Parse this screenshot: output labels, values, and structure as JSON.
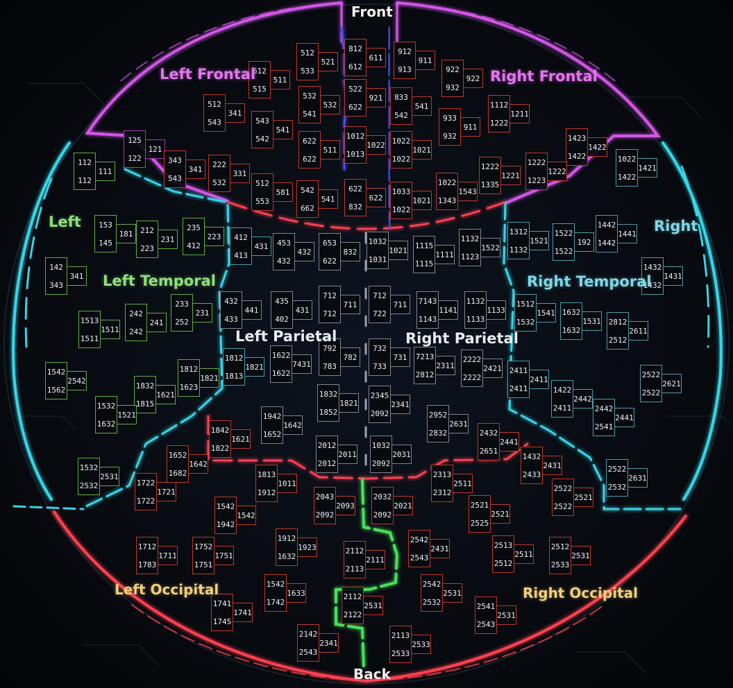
{
  "directions": {
    "front": "Front",
    "back": "Back"
  },
  "regions": {
    "left_frontal": "Left Frontal",
    "right_frontal": "Right Frontal",
    "left": "Left",
    "right": "Right",
    "left_temporal": "Left Temporal",
    "right_temporal": "Right Temporal",
    "left_parietal": "Left Parietal",
    "right_parietal": "Right Parietal",
    "left_occipital": "Left Occipital",
    "right_occipital": "Right Occipital"
  },
  "colors": {
    "frontal": "#d454e8",
    "temporal": "#35d6e8",
    "occipital": "#ff4050",
    "midline_blue": "#4f4cf0",
    "midline_green": "#46e05a",
    "background": "#050608"
  },
  "units": [
    {
      "top": "812",
      "bottom": "612",
      "side": "611"
    },
    {
      "top": "912",
      "bottom": "913",
      "side": "911"
    },
    {
      "top": "512",
      "bottom": "533",
      "side": "521"
    },
    {
      "top": "512",
      "bottom": "515",
      "side": "511"
    },
    {
      "top": "922",
      "bottom": "932",
      "side": "922"
    },
    {
      "top": "522",
      "bottom": "622",
      "side": "921"
    },
    {
      "top": "833",
      "bottom": "542",
      "side": "541"
    },
    {
      "top": "532",
      "bottom": "541",
      "side": "532"
    },
    {
      "top": "512",
      "bottom": "543",
      "side": "341"
    },
    {
      "top": "543",
      "bottom": "542",
      "side": "541"
    },
    {
      "top": "1112",
      "bottom": "1222",
      "side": "1211"
    },
    {
      "top": "933",
      "bottom": "932",
      "side": "911"
    },
    {
      "top": "125",
      "bottom": "122",
      "side": "121"
    },
    {
      "top": "622",
      "bottom": "622",
      "side": "511"
    },
    {
      "top": "1012",
      "bottom": "1013",
      "side": "1022"
    },
    {
      "top": "1022",
      "bottom": "1022",
      "side": "1021"
    },
    {
      "top": "1423",
      "bottom": "1422",
      "side": "1422"
    },
    {
      "top": "112",
      "bottom": "112",
      "side": "111"
    },
    {
      "top": "343",
      "bottom": "543",
      "side": "341"
    },
    {
      "top": "222",
      "bottom": "532",
      "side": "331"
    },
    {
      "top": "1222",
      "bottom": "1335",
      "side": "1221"
    },
    {
      "top": "1222",
      "bottom": "1223",
      "side": "1222"
    },
    {
      "top": "1022",
      "bottom": "1422",
      "side": "1421"
    },
    {
      "top": "512",
      "bottom": "553",
      "side": "581"
    },
    {
      "top": "542",
      "bottom": "662",
      "side": "541"
    },
    {
      "top": "622",
      "bottom": "832",
      "side": "622"
    },
    {
      "top": "1033",
      "bottom": "1022",
      "side": "1021"
    },
    {
      "top": "1022",
      "bottom": "1343",
      "side": "1543"
    },
    {
      "top": "153",
      "bottom": "145",
      "side": "181"
    },
    {
      "top": "212",
      "bottom": "223",
      "side": "231"
    },
    {
      "top": "235",
      "bottom": "412",
      "side": "223"
    },
    {
      "top": "412",
      "bottom": "413",
      "side": "431"
    },
    {
      "top": "453",
      "bottom": "432",
      "side": "432"
    },
    {
      "top": "653",
      "bottom": "622",
      "side": "832"
    },
    {
      "top": "1032",
      "bottom": "1031",
      "side": "1021"
    },
    {
      "top": "1115",
      "bottom": "1115",
      "side": "1111"
    },
    {
      "top": "1132",
      "bottom": "1123",
      "side": "1522"
    },
    {
      "top": "1312",
      "bottom": "1132",
      "side": "1521"
    },
    {
      "top": "1522",
      "bottom": "1522",
      "side": "192"
    },
    {
      "top": "1442",
      "bottom": "1442",
      "side": "1441"
    },
    {
      "top": "142",
      "bottom": "343",
      "side": "341"
    },
    {
      "top": "1432",
      "bottom": "1432",
      "side": "1431"
    },
    {
      "top": "432",
      "bottom": "433",
      "side": "441"
    },
    {
      "top": "435",
      "bottom": "402",
      "side": "431"
    },
    {
      "top": "712",
      "bottom": "712",
      "side": "711"
    },
    {
      "top": "712",
      "bottom": "722",
      "side": "711"
    },
    {
      "top": "7143",
      "bottom": "1143",
      "side": "1141"
    },
    {
      "top": "1132",
      "bottom": "1133",
      "side": "1133"
    },
    {
      "top": "1512",
      "bottom": "1532",
      "side": "1541"
    },
    {
      "top": "1632",
      "bottom": "1632",
      "side": "1531"
    },
    {
      "top": "2812",
      "bottom": "2512",
      "side": "2611"
    },
    {
      "top": "1513",
      "bottom": "1511",
      "side": "1511"
    },
    {
      "top": "242",
      "bottom": "242",
      "side": "241"
    },
    {
      "top": "233",
      "bottom": "252",
      "side": "231"
    },
    {
      "top": "1812",
      "bottom": "1813",
      "side": "1821"
    },
    {
      "top": "1622",
      "bottom": "1622",
      "side": "7431"
    },
    {
      "top": "792",
      "bottom": "783",
      "side": "782"
    },
    {
      "top": "732",
      "bottom": "733",
      "side": "731"
    },
    {
      "top": "7213",
      "bottom": "2812",
      "side": "2311"
    },
    {
      "top": "2222",
      "bottom": "2222",
      "side": "2421"
    },
    {
      "top": "2411",
      "bottom": "2411",
      "side": "2411"
    },
    {
      "top": "1422",
      "bottom": "2411",
      "side": "2442"
    },
    {
      "top": "2522",
      "bottom": "2522",
      "side": "2621"
    },
    {
      "top": "1542",
      "bottom": "1562",
      "side": "2542"
    },
    {
      "top": "1832",
      "bottom": "1815",
      "side": "1621"
    },
    {
      "top": "1812",
      "bottom": "1623",
      "side": "1821"
    },
    {
      "top": "1832",
      "bottom": "1852",
      "side": "1821"
    },
    {
      "top": "2345",
      "bottom": "2092",
      "side": "2341"
    },
    {
      "top": "2442",
      "bottom": "2541",
      "side": "2441"
    },
    {
      "top": "1532",
      "bottom": "1632",
      "side": "1521"
    },
    {
      "top": "1842",
      "bottom": "1822",
      "side": "1621"
    },
    {
      "top": "1942",
      "bottom": "1652",
      "side": "1642"
    },
    {
      "top": "2952",
      "bottom": "2832",
      "side": "2631"
    },
    {
      "top": "2432",
      "bottom": "2651",
      "side": "2441"
    },
    {
      "top": "1652",
      "bottom": "1682",
      "side": "1642"
    },
    {
      "top": "2012",
      "bottom": "2012",
      "side": "2011"
    },
    {
      "top": "1032",
      "bottom": "2092",
      "side": "2031"
    },
    {
      "top": "1432",
      "bottom": "2433",
      "side": "2431"
    },
    {
      "top": "1532",
      "bottom": "2532",
      "side": "2531"
    },
    {
      "top": "1813",
      "bottom": "1912",
      "side": "1011"
    },
    {
      "top": "2313",
      "bottom": "2312",
      "side": "2511"
    },
    {
      "top": "2522",
      "bottom": "2532",
      "side": "2631"
    },
    {
      "top": "1722",
      "bottom": "1722",
      "side": "1721"
    },
    {
      "top": "1542",
      "bottom": "1942",
      "side": "1542"
    },
    {
      "top": "2043",
      "bottom": "2092",
      "side": "2093"
    },
    {
      "top": "2032",
      "bottom": "2092",
      "side": "2021"
    },
    {
      "top": "2521",
      "bottom": "2525",
      "side": "2521"
    },
    {
      "top": "2522",
      "bottom": "2522",
      "side": "2521"
    },
    {
      "top": "1712",
      "bottom": "1783",
      "side": "1711"
    },
    {
      "top": "1752",
      "bottom": "1751",
      "side": "1751"
    },
    {
      "top": "1912",
      "bottom": "1632",
      "side": "1923"
    },
    {
      "top": "2112",
      "bottom": "2113",
      "side": "2111"
    },
    {
      "top": "2542",
      "bottom": "2543",
      "side": "2431"
    },
    {
      "top": "2513",
      "bottom": "2512",
      "side": "2511"
    },
    {
      "top": "2512",
      "bottom": "2533",
      "side": "2531"
    },
    {
      "top": "1542",
      "bottom": "1742",
      "side": "1633"
    },
    {
      "top": "2542",
      "bottom": "2532",
      "side": "2531"
    },
    {
      "top": "1741",
      "bottom": "1745",
      "side": "1741"
    },
    {
      "top": "2112",
      "bottom": "2122",
      "side": "2531"
    },
    {
      "top": "2541",
      "bottom": "2543",
      "side": "2531"
    },
    {
      "top": "2142",
      "bottom": "2543",
      "side": "2341"
    },
    {
      "top": "2113",
      "bottom": "2533",
      "side": "2533"
    }
  ]
}
